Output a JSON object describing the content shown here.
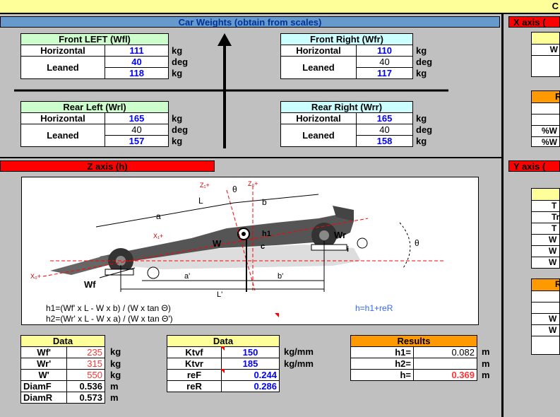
{
  "topbar": {
    "letter": "C"
  },
  "headers": {
    "car_weights": "Car Weights (obtain from scales)",
    "x_axis": "X axis (",
    "z_axis": "Z axis (h)",
    "y_axis": "Y axis ("
  },
  "wheels": {
    "fl": {
      "title": "Front LEFT (Wfl)",
      "horizontal_label": "Horizontal",
      "horizontal": "111",
      "leaned_label": "Leaned",
      "angle": "40",
      "leaned": "118"
    },
    "fr": {
      "title": "Front Right (Wfr)",
      "horizontal_label": "Horizontal",
      "horizontal": "110",
      "leaned_label": "Leaned",
      "angle": "40",
      "leaned": "117"
    },
    "rl": {
      "title": "Rear Left (Wrl)",
      "horizontal_label": "Horizontal",
      "horizontal": "165",
      "leaned_label": "Leaned",
      "angle": "40",
      "leaned": "157"
    },
    "rr": {
      "title": "Rear Right (Wrr)",
      "horizontal_label": "Horizontal",
      "horizontal": "165",
      "leaned_label": "Leaned",
      "angle": "40",
      "leaned": "158"
    }
  },
  "units": {
    "kg": "kg",
    "deg": "deg",
    "kgmm": "kg/mm",
    "m": "m"
  },
  "right_partial": {
    "r1_header": "R",
    "r2_header": "R",
    "cells": [
      "W",
      "%W",
      "%W",
      "T",
      "Tr",
      "T",
      "W",
      "W",
      "W",
      "W",
      "W"
    ]
  },
  "diagram": {
    "labels": {
      "z1": "Z₁+",
      "z0": "Z₀+",
      "theta": "θ",
      "L": "L",
      "a": "a",
      "b": "b",
      "x1": "X₁+",
      "x0": "X₀+",
      "h1": "h1",
      "W": "W",
      "Wr": "Wr",
      "c": "c",
      "i": "i",
      "theta2": "θ",
      "Wf": "Wf",
      "a2": "a'",
      "b2": "b'",
      "L2": "L'"
    },
    "formula1": "h1=(Wf' x L - W x b) / (W x tan Θ)",
    "formula2": "h2=(Wr' x L - W x a) / (W x tan Θ')",
    "formula3": "h=h1+reR"
  },
  "data_left": {
    "title": "Data",
    "rows": [
      {
        "label": "Wf'",
        "value": "235",
        "unit": "kg"
      },
      {
        "label": "Wr'",
        "value": "315",
        "unit": "kg"
      },
      {
        "label": "W'",
        "value": "550",
        "unit": "kg"
      },
      {
        "label": "DiamF",
        "value": "0.536",
        "unit": "m"
      },
      {
        "label": "DiamR",
        "value": "0.573",
        "unit": "m"
      }
    ]
  },
  "data_mid": {
    "title": "Data",
    "rows": [
      {
        "label": "Ktvf",
        "value": "150",
        "unit": "kg/mm"
      },
      {
        "label": "Ktvr",
        "value": "185",
        "unit": "kg/mm"
      },
      {
        "label": "reF",
        "value": "0.244",
        "unit": ""
      },
      {
        "label": "reR",
        "value": "0.286",
        "unit": ""
      }
    ]
  },
  "results": {
    "title": "Results",
    "rows": [
      {
        "label": "h1=",
        "value": "0.082",
        "unit": "m"
      },
      {
        "label": "h2=",
        "value": "",
        "unit": "m"
      },
      {
        "label": "h=",
        "value": "0.369",
        "unit": "m"
      }
    ]
  }
}
